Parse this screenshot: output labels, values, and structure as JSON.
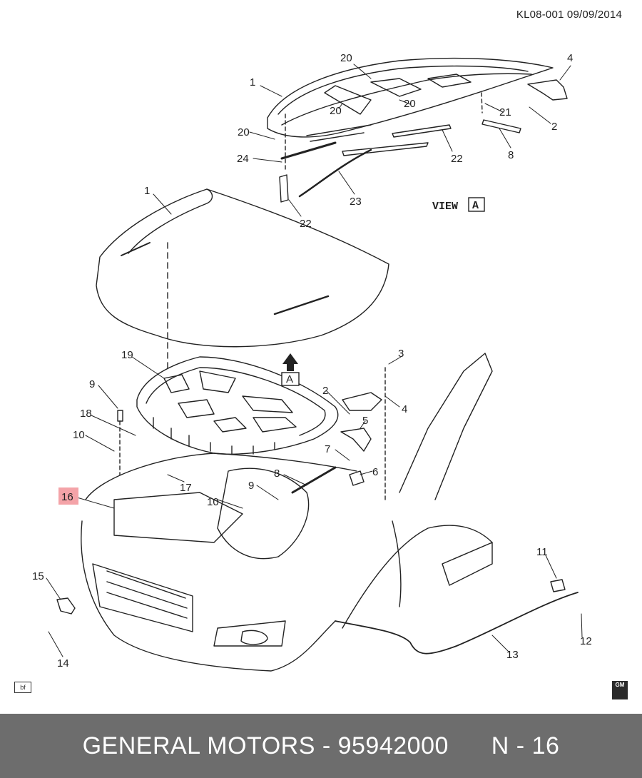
{
  "header": {
    "ref_code": "KL08-001  09/09/2014"
  },
  "diagram": {
    "view_label": "VIEW",
    "view_letter": "A",
    "arrow_letter": "A",
    "highlighted_callout": "16",
    "callouts": [
      "1",
      "2",
      "3",
      "4",
      "5",
      "6",
      "7",
      "8",
      "9",
      "10",
      "11",
      "12",
      "13",
      "14",
      "15",
      "16",
      "17",
      "18",
      "19",
      "20",
      "21",
      "22",
      "23",
      "24"
    ]
  },
  "badges": {
    "small_box": "bf",
    "logo": "GM"
  },
  "footer": {
    "brand": "GENERAL MOTORS",
    "separator": "-",
    "part_number": "95942000",
    "page": "N - 16"
  }
}
